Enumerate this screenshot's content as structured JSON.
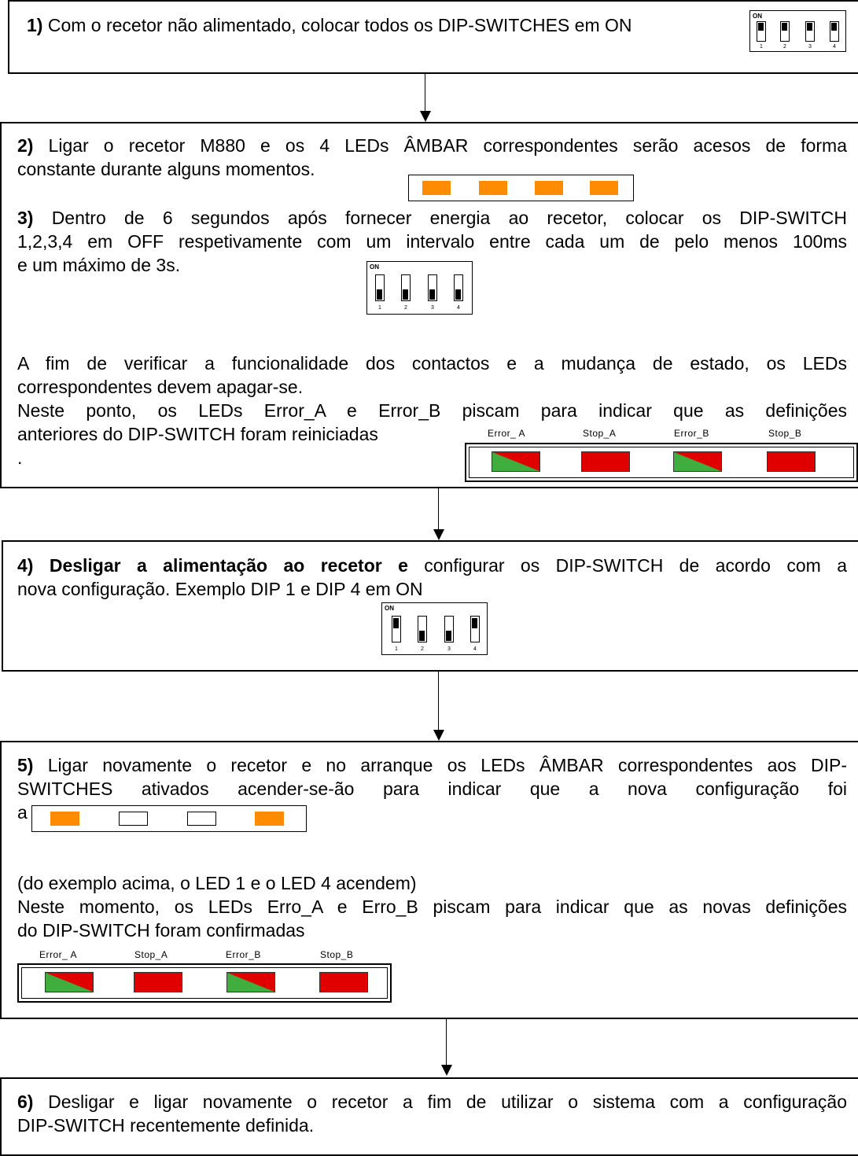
{
  "step1": {
    "num": "1)",
    "text": " Com o recetor não alimentado, colocar todos os DIP-SWITCHES em ON"
  },
  "dip": {
    "on_label": "ON",
    "numbers": [
      "1",
      "2",
      "3",
      "4"
    ]
  },
  "step2": {
    "num": "2)",
    "line1": " Ligar o recetor M880 e os 4 LEDs ÂMBAR correspondentes serão acesos de forma",
    "line2": "constante durante alguns momentos."
  },
  "step3": {
    "num": "3)",
    "line1": " Dentro de 6 segundos após fornecer energia ao recetor, colocar os DIP-SWITCH",
    "line2": "1,2,3,4 em OFF respetivamente com um intervalo entre cada um de pelo menos 100ms",
    "line3": "e um máximo de 3s.",
    "para1_line1": "A fim de verificar a funcionalidade dos contactos e a mudança de estado, os LEDs",
    "para1_line2": "correspondentes devem apagar-se.",
    "para2_line1": "Neste ponto, os LEDs Error_A e Error_B piscam para indicar que as definições",
    "para2_line2": "anteriores do DIP-SWITCH foram reiniciadas",
    "para2_line3": "."
  },
  "leds": {
    "error_a": "Error_ A",
    "stop_a": "Stop_A",
    "error_b": "Error_B",
    "stop_b": "Stop_B"
  },
  "step4": {
    "num_bold": "4) Desligar a alimentação ao recetor e",
    "line1_rest": " configurar os DIP-SWITCH de acordo com a",
    "line2": "nova configuração. Exemplo DIP 1 e DIP 4 em ON"
  },
  "step5": {
    "num": "5)",
    "line1": " Ligar novamente o recetor e no arranque os LEDs ÂMBAR correspondentes aos DIP-",
    "line2": "SWITCHES ativados acender-se-ão para indicar que a nova configuração foi",
    "line3": "a",
    "example": "(do exemplo acima, o LED 1 e o LED 4 acendem)",
    "line4": "Neste momento, os LEDs Erro_A e Erro_B piscam para indicar que as novas definições",
    "line5": "do DIP-SWITCH foram confirmadas"
  },
  "step6": {
    "num": "6)",
    "line1": " Desligar e ligar novamente o recetor a fim de utilizar o sistema com a configuração",
    "line2": "DIP-SWITCH recentemente definida."
  },
  "colors": {
    "amber": "#FF8C00",
    "red": "#E00000",
    "green": "#3fae3f"
  }
}
